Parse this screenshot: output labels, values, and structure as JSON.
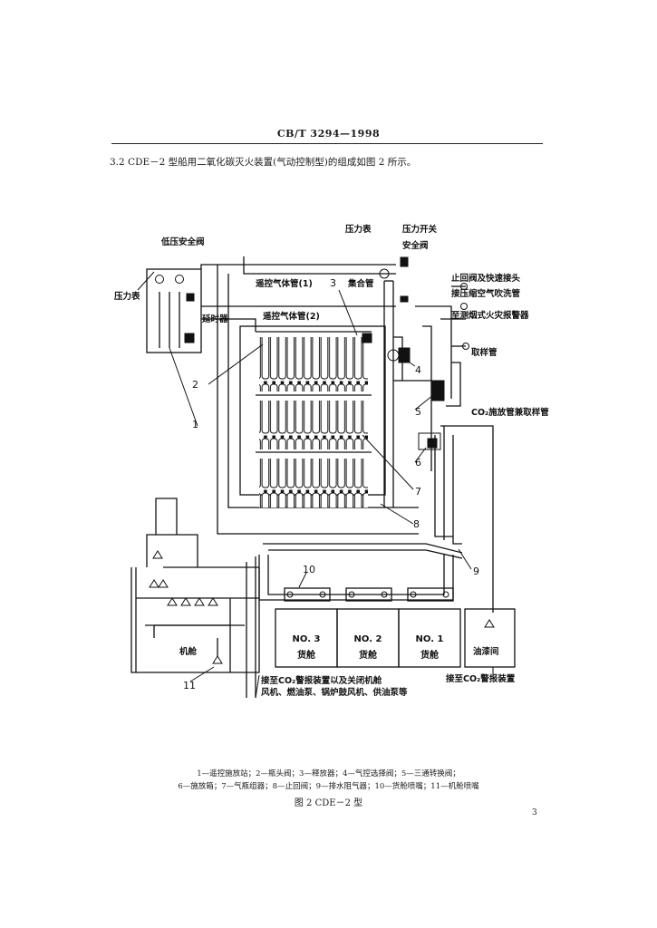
{
  "header": {
    "standard_code": "CB/T 3294—1998"
  },
  "section": {
    "text": "3.2  CDE－2 型船用二氧化碳灭火装置(气动控制型)的组成如图 2 所示。"
  },
  "diagram": {
    "labels": {
      "pilot_safety_valve": "低压安全阀",
      "pressure_gauge_left": "压力表",
      "delay_device": "延时器",
      "control_gas_pipe_1": "遥控气体管(1)",
      "control_gas_pipe_2": "遥控气体管(2)",
      "manifold": "集合管",
      "pressure_gauge_top": "压力表",
      "pressure_switch": "压力开关",
      "safety_valve": "安全阀",
      "check_valve_quick_joint": "止回阀及快速接头",
      "compressed_air_purge": "接压缩空气吹洗管",
      "to_smoke_detector": "至测烟式火灾报警器",
      "sampling_pipe": "取样管",
      "co2_sampling_pipe": "CO₂施放管兼取样管",
      "to_co2_alarm": "接至CO₂警报装置以及关闭机舱风机、燃油泵、锅炉鼓风机、供油泵等",
      "to_co2_alarm_line1": "接至CO₂警报装置以及关闭机舱",
      "to_co2_alarm_line2": "风机、燃油泵、锅炉鼓风机、供油泵等",
      "to_co2_warning": "接至CO₂警报装置",
      "engine_room": "机舱",
      "paint_store": "油漆间"
    },
    "holds": [
      {
        "number": "NO. 3",
        "name": "货舱"
      },
      {
        "number": "NO. 2",
        "name": "货舱"
      },
      {
        "number": "NO. 1",
        "name": "货舱"
      }
    ],
    "callouts": [
      "1",
      "2",
      "3",
      "4",
      "5",
      "6",
      "7",
      "8",
      "9",
      "10",
      "11"
    ]
  },
  "legend": {
    "line1": "1—遥控施放站；2—瓶头阀；3—释放器；4—气控选择阀；5—三通转换阀；",
    "line2": "6—施放箱；7—气瓶组器；8—止回阀；9—排水阻气器；10—货舱喷嘴；11—机舱喷嘴"
  },
  "figure": {
    "title": "图 2  CDE－2 型"
  },
  "page": {
    "number": "3"
  }
}
